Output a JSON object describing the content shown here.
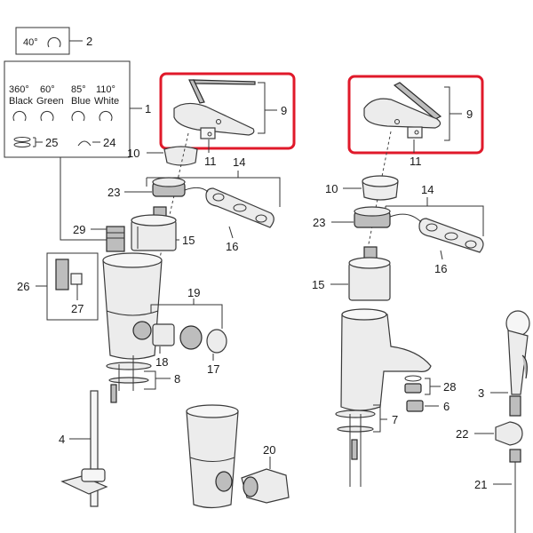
{
  "legend": {
    "box_angle": "40°",
    "box_angle_callout": "2",
    "colors_callout": "1",
    "colors": [
      {
        "angle": "360°",
        "name": "Black"
      },
      {
        "angle": "60°",
        "name": "Green"
      },
      {
        "angle": "85°",
        "name": "Blue"
      },
      {
        "angle": "110°",
        "name": "White"
      }
    ],
    "ring_callout": "25",
    "clip_callout": "24"
  },
  "callouts": {
    "left": {
      "handle": "9",
      "cap": "10",
      "screw": "11",
      "cartridge_nut": "23",
      "bracket": "14",
      "cartridge": "15",
      "plate": "16",
      "valve": "29",
      "valve_set": "26",
      "valve_part": "27",
      "spout_group": "19",
      "spout_insert": "18",
      "aerator": "17",
      "mount_set": "8",
      "rod": "4",
      "body_alt_outlet": "20"
    },
    "right": {
      "handle": "9",
      "screw": "11",
      "cap": "10",
      "bracket": "14",
      "cartridge_nut": "23",
      "plate": "16",
      "cartridge": "15",
      "aerator_set": "28",
      "aerator": "6",
      "mount_set": "7",
      "shower_head": "3",
      "holder": "22",
      "hose": "21"
    }
  },
  "colors": {
    "highlight": "#e0192a",
    "line": "#333333",
    "part_fill": "#ececec"
  }
}
